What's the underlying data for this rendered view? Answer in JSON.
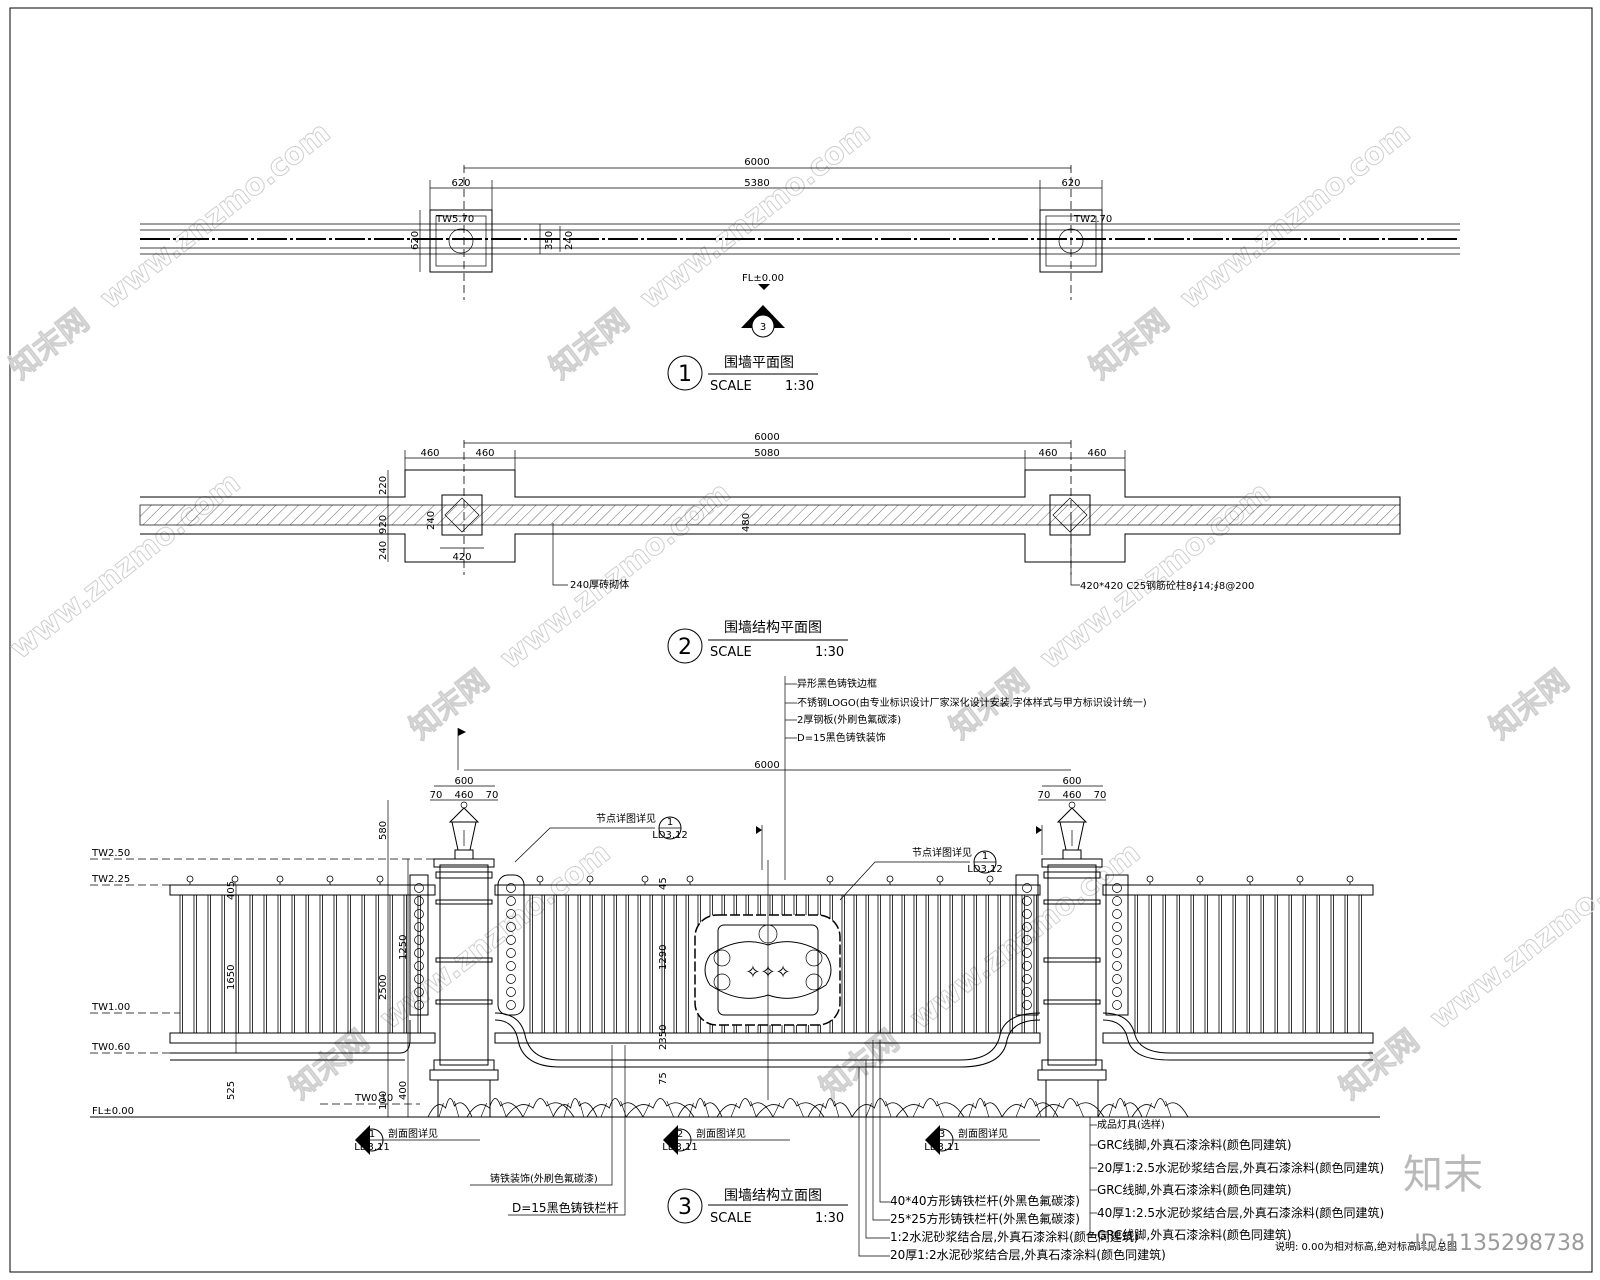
{
  "views": {
    "plan": {
      "number": "1",
      "title": "围墙平面图",
      "scale_label": "SCALE",
      "scale_value": "1:30",
      "dims": {
        "total": "6000",
        "left": "620",
        "middle": "5380",
        "right": "620",
        "depth": "620",
        "d1": "350",
        "d2": "240"
      },
      "tags": {
        "left": "TW5.70",
        "right": "TW2.70"
      },
      "level": "FL±0.00",
      "section_mark": "3"
    },
    "structure_plan": {
      "number": "2",
      "title": "围墙结构平面图",
      "scale_label": "SCALE",
      "scale_value": "1:30",
      "dims": {
        "total": "6000",
        "a": "460",
        "b": "460",
        "middle": "5080",
        "c": "460",
        "d": "460",
        "col": "420",
        "h1": "220",
        "h2": "240",
        "h3": "920",
        "h4": "480",
        "h5": "240"
      },
      "notes": {
        "wall": "240厚砖砌体",
        "column": "420*420 C25钢筋砼柱8∮14;∮8@200"
      }
    },
    "elevation": {
      "number": "3",
      "title": "围墙结构立面图",
      "scale_label": "SCALE",
      "scale_value": "1:30",
      "top_notes": [
        "异形黑色铸铁边框",
        "不锈钢LOGO(由专业标识设计厂家深化设计安装,字体样式与甲方标识设计统一)",
        "2厚钢板(外刷色氟碳漆)",
        "D=15黑色铸铁装饰"
      ],
      "dims": {
        "total": "6000",
        "pier_w_left": "600",
        "pier_w_right": "600",
        "a": "70",
        "b": "460",
        "c": "70",
        "d": "70",
        "e": "460",
        "f": "70",
        "h580": "580",
        "h405": "405",
        "h1650": "1650",
        "h2500": "2500",
        "h1250": "1250",
        "h2350": "2350",
        "h1290": "1290",
        "h525": "525",
        "h400": "400",
        "h100": "100",
        "h45": "45",
        "h75": "75"
      },
      "levels": [
        "TW2.50",
        "TW2.25",
        "TW1.00",
        "TW0.60",
        "TW0.10",
        "FL±0.00"
      ],
      "detail_callouts": [
        {
          "text": "节点详图详见",
          "ref": "1",
          "sheet": "LD3.12"
        },
        {
          "text": "节点详图详见",
          "ref": "1",
          "sheet": "LD3.12"
        }
      ],
      "section_marks": [
        {
          "text": "剖面图详见",
          "ref": "1",
          "sheet": "LD3.11"
        },
        {
          "text": "剖面图详见",
          "ref": "2",
          "sheet": "LD3.11"
        },
        {
          "text": "剖面图详见",
          "ref": "3",
          "sheet": "LD3.11"
        }
      ],
      "bottom_notes_left": [
        "铸铁装饰(外刷色氟碳漆)",
        "D=15黑色铸铁栏杆"
      ],
      "bottom_notes_mid": [
        "40*40方形铸铁栏杆(外黑色氟碳漆)",
        "25*25方形铸铁栏杆(外黑色氟碳漆)",
        "1:2水泥砂浆结合层,外真石漆涂料(颜色同建筑)",
        "20厚1:2水泥砂浆结合层,外真石漆涂料(颜色同建筑)"
      ],
      "right_notes": [
        "成品灯具(选样)",
        "GRC线脚,外真石漆涂料(颜色同建筑)",
        "20厚1:2.5水泥砂浆结合层,外真石漆涂料(颜色同建筑)",
        "GRC线脚,外真石漆涂料(颜色同建筑)",
        "40厚1:2.5水泥砂浆结合层,外真石漆涂料(颜色同建筑)",
        "GRC线脚,外真石漆涂料(颜色同建筑)"
      ],
      "remark": "说明: 0.00为相对标高,绝对标高详见总图"
    }
  },
  "watermark": {
    "site": "www.znzmo.com",
    "brand": "知末网"
  },
  "brand_mark": "知末",
  "id_label": "ID:1135298738"
}
